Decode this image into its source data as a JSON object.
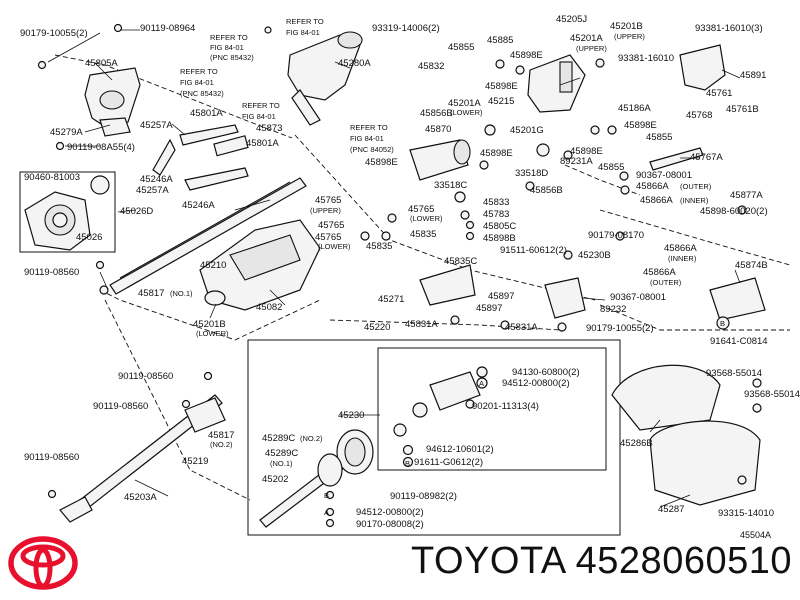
{
  "labels": {
    "l_90179_10055_2a": "90179-10055(2)",
    "l_90119_08964": "90119-08964",
    "l_refer1_a": "REFER TO",
    "l_refer1_b": "FIG 84-01",
    "l_45805a": "45805A",
    "l_refer2_a": "REFER TO",
    "l_refer2_b": "FIG 84-01",
    "l_refer2_c": "(PNC 85432)",
    "l_refer3_a": "REFER TO",
    "l_refer3_b": "FIG 84-01",
    "l_refer3_c": "(PNC 85432)",
    "l_45280a": "45280A",
    "l_45801a_1": "45801A",
    "l_refer4_a": "REFER TO",
    "l_refer4_b": "FIG 84-01",
    "l_45873": "45873",
    "l_93319": "93319-14006(2)",
    "l_45832": "45832",
    "l_45855_a": "45855",
    "l_45885": "45885",
    "l_45898e_a": "45898E",
    "l_45898e_b": "45898E",
    "l_45205j": "45205J",
    "l_45201a_up": "45201A",
    "l_upper_a": "(UPPER)",
    "l_45201b_up": "45201B",
    "l_upper_b": "(UPPER)",
    "l_93381_16010_3": "93381-16010(3)",
    "l_93381_16010": "93381-16010",
    "l_45891": "45891",
    "l_45186a": "45186A",
    "l_45761": "45761",
    "l_45279a": "45279A",
    "l_45257a_1": "45257A",
    "l_45801a_2": "45801A",
    "l_90119_08a55": "90119-08A55(4)",
    "l_refer5_a": "REFER TO",
    "l_refer5_b": "FIG 84-01",
    "l_refer5_c": "(PNC 84052)",
    "l_45898e_c": "45898E",
    "l_45856b": "45856B",
    "l_45201a_low": "45201A",
    "l_lower_a": "(LOWER)",
    "l_45215": "45215",
    "l_45201g": "45201G",
    "l_45898e_d": "45898E",
    "l_45855_b": "45855",
    "l_45768": "45768",
    "l_45761b": "45761B",
    "l_45870": "45870",
    "l_45898e_e": "45898E",
    "l_45898e_f": "45898E",
    "l_89231a": "89231A",
    "l_45855_c": "45855",
    "l_45767a": "45767A",
    "l_90460": "90460-81003",
    "l_45246a_1": "45246A",
    "l_45257a_2": "45257A",
    "l_45026d": "45026D",
    "l_45026": "45026",
    "l_45246a_2": "45246A",
    "l_33518c": "33518C",
    "l_33518d": "33518D",
    "l_45856b_2": "45856B",
    "l_90367_outer": "90367-08001",
    "l_45866a_outer": "45866A",
    "l_outer_a": "(OUTER)",
    "l_45866a_inner": "45866A",
    "l_inner_a": "(INNER)",
    "l_45877a": "45877A",
    "l_45898_60020": "45898-60020(2)",
    "l_45765_up": "45765",
    "l_upper_c": "(UPPER)",
    "l_45833": "45833",
    "l_45765_low": "45765",
    "l_45765_b": "45765",
    "l_lower_b": "(LOWER)",
    "l_45783": "45783",
    "l_45765_c": "45765",
    "l_lower_c": "(LOWER)",
    "l_45835_a": "45835",
    "l_45805c": "45805C",
    "l_45898b": "45898B",
    "l_45835_b": "45835",
    "l_90179_08170": "90179-08170",
    "l_45866a_2": "45866A",
    "l_inner_b": "(INNER)",
    "l_45874b": "45874B",
    "l_90119_08560_a": "90119-08560",
    "l_45210": "45210",
    "l_45835c": "45835C",
    "l_91511": "91511-60612(2)",
    "l_45230b": "45230B",
    "l_45866a_3": "45866A",
    "l_outer_b": "(OUTER)",
    "l_45817_a": "45817",
    "l_no1_a": "(NO.1)",
    "l_45271": "45271",
    "l_45897_a": "45897",
    "l_45897_b": "45897",
    "l_89232": "89232",
    "l_90367_08001": "90367-08001",
    "l_45201b_low": "45201B",
    "l_lower_d": "(LOWER)",
    "l_45082": "45082",
    "l_45220": "45220",
    "l_45831a_1": "45831A",
    "l_45831a_2": "45831A",
    "l_90179_10055_2b": "90179-10055(2)",
    "l_91641": "91641-C0814",
    "l_90119_08560_b": "90119-08560",
    "l_94130": "94130-60800(2)",
    "l_94512_a": "94512-00800(2)",
    "l_90201": "90201-11313(4)",
    "l_93568_a": "93568-55014",
    "l_93568_b": "93568-55014",
    "l_90119_08560_c": "90119-08560",
    "l_45817_b": "45817",
    "l_no2_a": "(NO.2)",
    "l_45230": "45230",
    "l_45286b": "45286B",
    "l_45289c_2": "45289C",
    "l_no2_b": "(NO.2)",
    "l_45289c_1": "45289C",
    "l_no1_b": "(NO.1)",
    "l_94612": "94612-10601(2)",
    "l_91611": "91611-G0612(2)",
    "l_90119_08560_d": "90119-08560",
    "l_45219": "45219",
    "l_45202": "45202",
    "l_45203a": "45203A",
    "l_90119_08982": "90119-08982(2)",
    "l_94512_b": "94512-00800(2)",
    "l_90170_08008": "90170-08008(2)",
    "l_45287": "45287",
    "l_93315": "93315-14010",
    "l_b_1": "B",
    "l_b_2": "B",
    "l_b_3": "B",
    "l_a_1": "A",
    "l_a_2": "A"
  },
  "ref_code": "45504A",
  "brand": "TOYOTA",
  "part_number": "4528060510",
  "colors": {
    "logo_red": "#e8112d",
    "ink": "#111111"
  }
}
